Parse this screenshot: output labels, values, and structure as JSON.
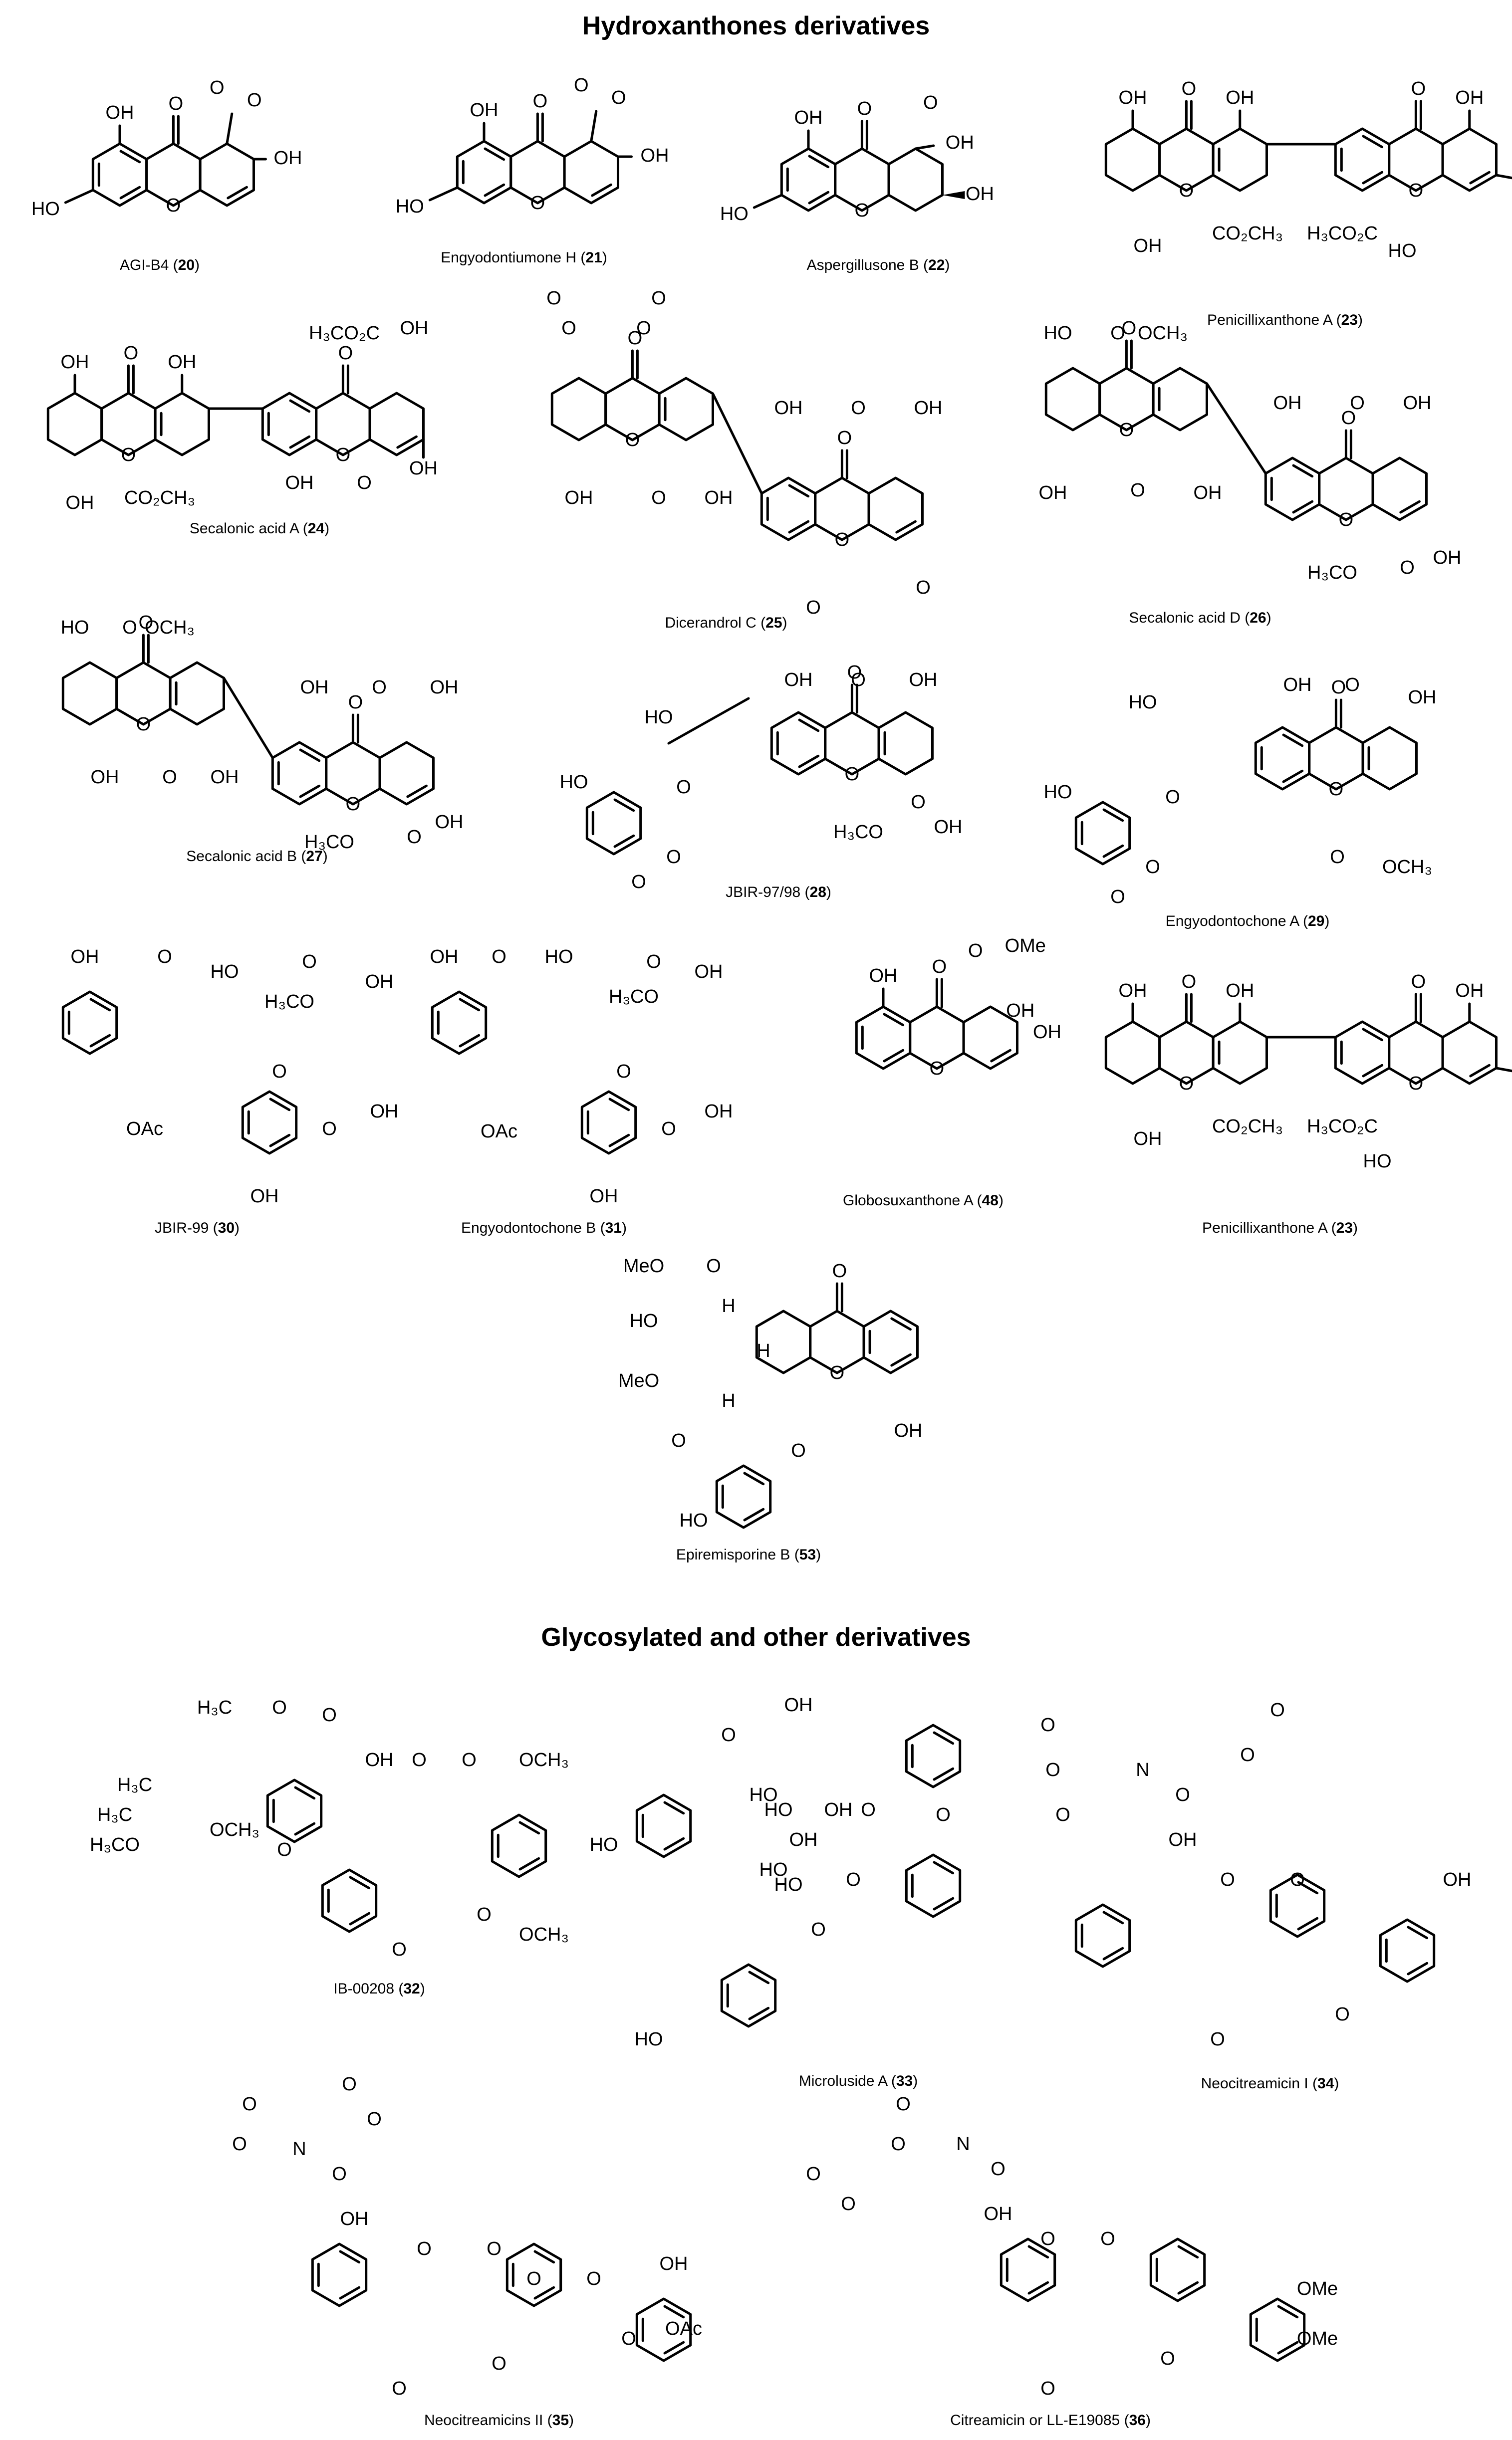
{
  "sections": [
    {
      "title": "Hydroxanthones derivatives"
    },
    {
      "title": "Glycosylated and other derivatives"
    }
  ],
  "compounds": [
    {
      "name": "AGI-B4",
      "number": "20"
    },
    {
      "name": "Engyodontiumone H",
      "number": "21"
    },
    {
      "name": "Aspergillusone B",
      "number": "22"
    },
    {
      "name": "Penicillixanthone A",
      "number": "23"
    },
    {
      "name": "Secalonic acid A",
      "number": "24"
    },
    {
      "name": "Dicerandrol C",
      "number": "25"
    },
    {
      "name": "Secalonic acid D",
      "number": "26"
    },
    {
      "name": "Secalonic acid B",
      "number": "27"
    },
    {
      "name": "JBIR-97/98",
      "number": "28"
    },
    {
      "name": "Engyodontochone A",
      "number": "29"
    },
    {
      "name": "JBIR-99",
      "number": "30"
    },
    {
      "name": "Engyodontochone B",
      "number": "31"
    },
    {
      "name": "Globosuxanthone A",
      "number": "48"
    },
    {
      "name": "Penicillixanthone A",
      "number": "23"
    },
    {
      "name": "Epiremisporine B",
      "number": "53"
    },
    {
      "name": "IB-00208",
      "number": "32"
    },
    {
      "name": "Microluside A",
      "number": "33"
    },
    {
      "name": "Neocitreamicin I",
      "number": "34"
    },
    {
      "name": "Neocitreamicins II",
      "number": "35"
    },
    {
      "name": "Citreamicin  or LL-E19085",
      "number": "36"
    }
  ],
  "atom_labels": {
    "OH": "OH",
    "O": "O",
    "HO": "HO",
    "N": "N",
    "H": "H",
    "OAc": "OAc",
    "OMe": "OMe",
    "MeO": "MeO",
    "OCH3": "OCH₃",
    "H3C": "H₃C",
    "CO2CH3": "CO₂CH₃",
    "H3CO2C": "H₃CO₂C",
    "H3CO": "H₃CO",
    "OCH3_sub": "OCH₃"
  }
}
